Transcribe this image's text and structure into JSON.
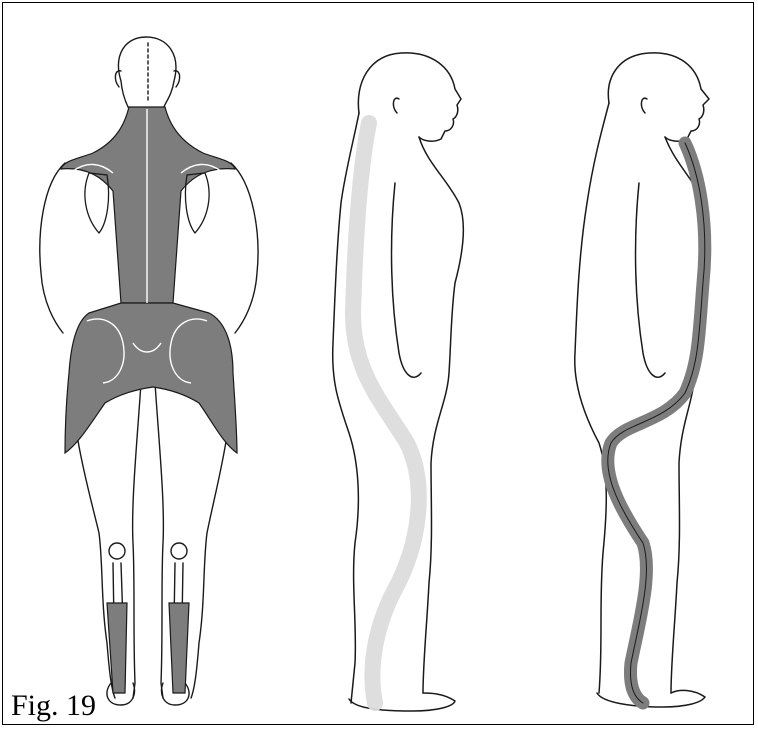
{
  "figure": {
    "caption": "Fig. 19",
    "colors": {
      "line": "#1a1a1a",
      "fill_dark": "#7d7d7d",
      "fill_light": "#dcdcdc",
      "background": "#ffffff"
    },
    "panels": [
      {
        "name": "posterior-view",
        "icon": "human-back-view-with-shaded-muscle-region"
      },
      {
        "name": "lateral-view-light",
        "icon": "human-side-view-with-light-band"
      },
      {
        "name": "lateral-view-dark",
        "icon": "human-side-view-with-dark-band"
      }
    ]
  }
}
